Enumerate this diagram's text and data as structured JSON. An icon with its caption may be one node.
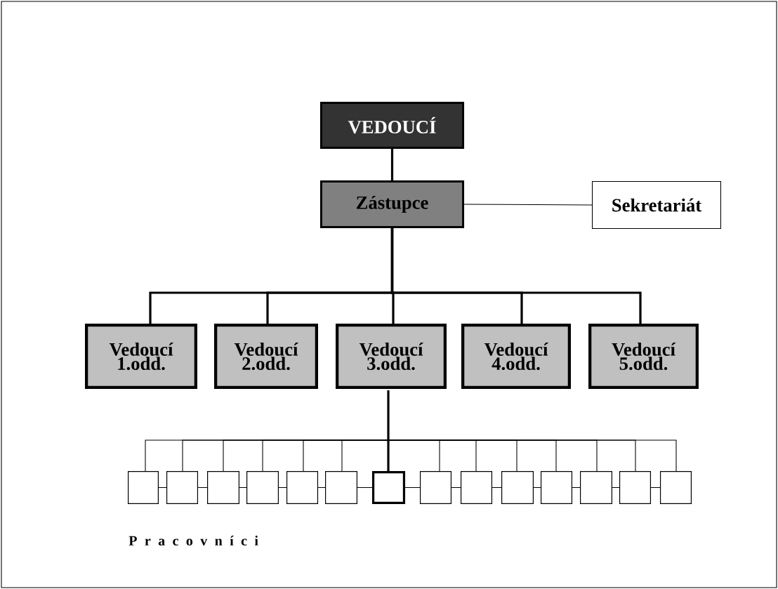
{
  "diagram": {
    "nodes": [
      {
        "text": [
          "VEDOUCÍ"
        ]
      },
      {
        "text": [
          "Zástupce"
        ]
      },
      {
        "text": [
          "Sekretariát"
        ]
      },
      {
        "text": [
          "Vedoucí 1.odd."
        ]
      },
      {
        "text": [
          "Vedoucí 2.odd."
        ]
      },
      {
        "text": [
          "Vedoucí 3.odd."
        ]
      },
      {
        "text": [
          "Vedoucí 4.odd."
        ]
      },
      {
        "text": [
          "Vedoucí 5.odd."
        ]
      },
      {
        "text": [],
        "shape": "box"
      },
      {
        "text": [],
        "shape": "box"
      },
      {
        "text": [],
        "shape": "box"
      },
      {
        "text": [],
        "shape": "box"
      },
      {
        "text": [],
        "shape": "box"
      },
      {
        "text": [],
        "shape": "box"
      },
      {
        "text": [],
        "shape": "box"
      },
      {
        "text": [],
        "shape": "box"
      },
      {
        "text": [],
        "shape": "box"
      },
      {
        "text": [],
        "shape": "box"
      },
      {
        "text": [],
        "shape": "box"
      },
      {
        "text": [],
        "shape": "box"
      },
      {
        "text": [],
        "shape": "box"
      },
      {
        "text": [],
        "shape": "box"
      }
    ],
    "edges": [
      {
        "from": 0,
        "to": 1,
        "arrow": "none",
        "style": "thick"
      },
      {
        "from": 1,
        "to": 2,
        "arrow": "none"
      },
      {
        "from": 1,
        "to": 3,
        "arrow": "none",
        "style": "thick"
      },
      {
        "from": 1,
        "to": 4,
        "arrow": "none",
        "style": "thick"
      },
      {
        "from": 1,
        "to": 5,
        "arrow": "none",
        "style": "thick"
      },
      {
        "from": 1,
        "to": 6,
        "arrow": "none",
        "style": "thick"
      },
      {
        "from": 1,
        "to": 7,
        "arrow": "none",
        "style": "thick"
      },
      {
        "from": 5,
        "to": 8,
        "arrow": "none"
      },
      {
        "from": 5,
        "to": 9,
        "arrow": "none"
      },
      {
        "from": 5,
        "to": 10,
        "arrow": "none"
      },
      {
        "from": 5,
        "to": 11,
        "arrow": "none"
      },
      {
        "from": 5,
        "to": 12,
        "arrow": "none"
      },
      {
        "from": 5,
        "to": 13,
        "arrow": "none"
      },
      {
        "from": 5,
        "to": 14,
        "arrow": "none",
        "style": "thick"
      },
      {
        "from": 5,
        "to": 15,
        "arrow": "none"
      },
      {
        "from": 5,
        "to": 16,
        "arrow": "none"
      },
      {
        "from": 5,
        "to": 17,
        "arrow": "none"
      },
      {
        "from": 5,
        "to": 18,
        "arrow": "none"
      },
      {
        "from": 5,
        "to": 19,
        "arrow": "none"
      },
      {
        "from": 5,
        "to": 20,
        "arrow": "none"
      },
      {
        "from": 5,
        "to": 21,
        "arrow": "none"
      },
      {
        "from": 8,
        "to": 9,
        "arrow": "none"
      },
      {
        "from": 9,
        "to": 10,
        "arrow": "none"
      },
      {
        "from": 10,
        "to": 11,
        "arrow": "none"
      },
      {
        "from": 11,
        "to": 12,
        "arrow": "none"
      },
      {
        "from": 12,
        "to": 13,
        "arrow": "none"
      },
      {
        "from": 13,
        "to": 14,
        "arrow": "none"
      },
      {
        "from": 14,
        "to": 15,
        "arrow": "none"
      },
      {
        "from": 15,
        "to": 16,
        "arrow": "none"
      },
      {
        "from": 16,
        "to": 17,
        "arrow": "none"
      },
      {
        "from": 17,
        "to": 18,
        "arrow": "none"
      },
      {
        "from": 18,
        "to": 19,
        "arrow": "none"
      },
      {
        "from": 19,
        "to": 20,
        "arrow": "none"
      },
      {
        "from": 20,
        "to": 21,
        "arrow": "none"
      }
    ],
    "labels": [
      "P r a c o v n í c i"
    ]
  }
}
